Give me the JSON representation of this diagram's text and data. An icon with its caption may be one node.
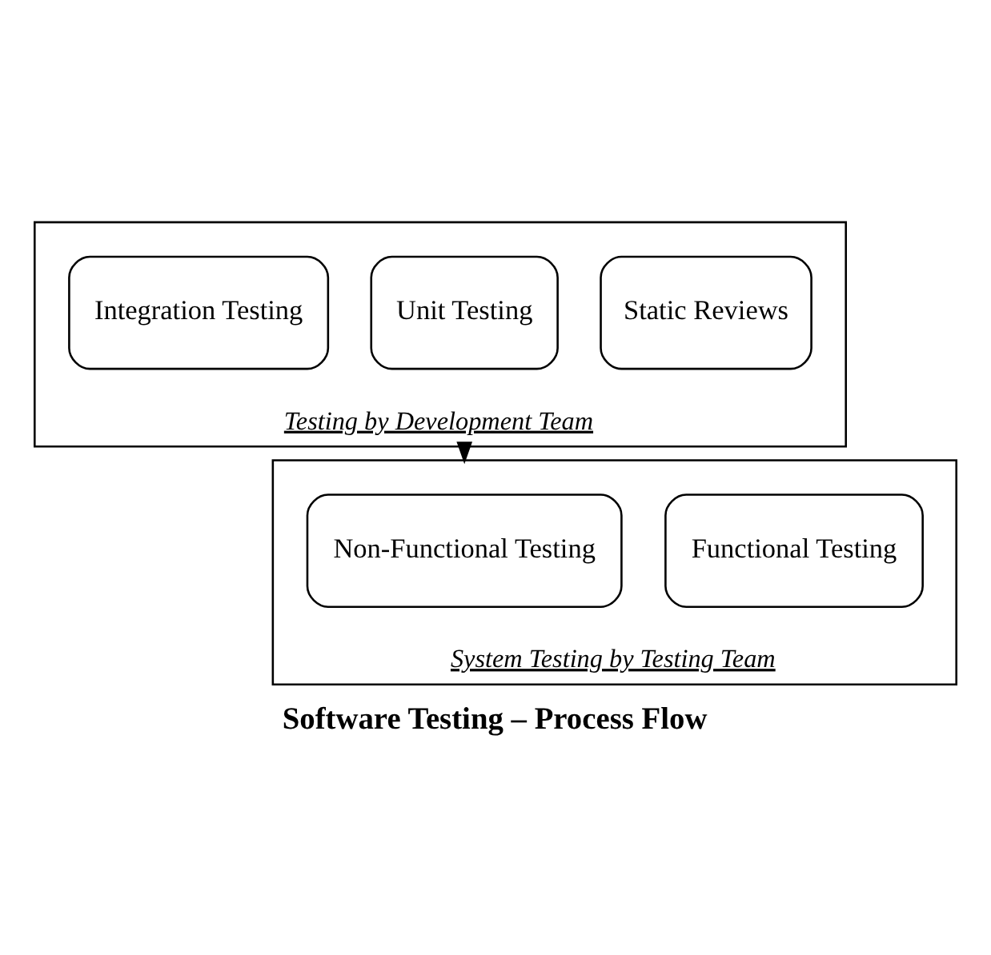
{
  "diagram": {
    "caption": "Software Testing – Process Flow",
    "nodes": [
      {
        "text": [
          "Testing by Development Team"
        ]
      },
      {
        "text": [
          "Static Reviews"
        ],
        "in": 0
      },
      {
        "text": [
          "Unit Testing"
        ],
        "in": 0
      },
      {
        "text": [
          "Integration Testing"
        ],
        "in": 0
      },
      {
        "text": [
          "System Testing by Testing Team"
        ]
      },
      {
        "text": [
          "Functional Testing"
        ],
        "in": 4
      },
      {
        "text": [
          "Non-Functional Testing"
        ],
        "in": 4
      }
    ],
    "edges": [
      {
        "from": 0,
        "to": 4,
        "arrow": "to"
      }
    ]
  }
}
